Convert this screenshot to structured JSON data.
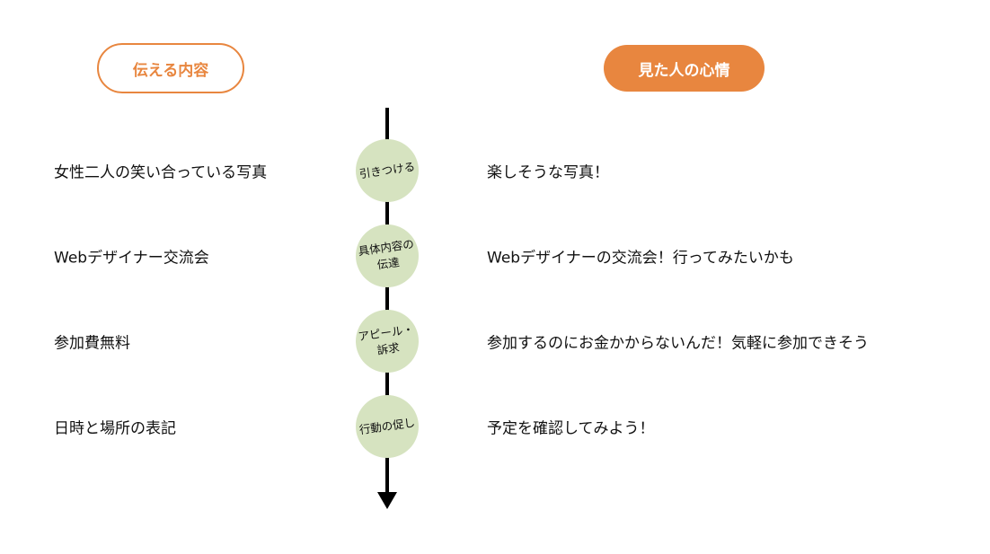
{
  "headers": {
    "left": "伝える内容",
    "right": "見た人の心情"
  },
  "rows": [
    {
      "content": "女性二人の笑い合っている写真",
      "stage": "引きつける",
      "feeling": "楽しそうな写真！"
    },
    {
      "content": "Webデザイナー交流会",
      "stage": "具体内容の伝達",
      "feeling": "Webデザイナーの交流会！行ってみたいかも"
    },
    {
      "content": "参加費無料",
      "stage": "アピール・訴求",
      "feeling": "参加するのにお金かからないんだ！気軽に参加できそう"
    },
    {
      "content": "日時と場所の表記",
      "stage": "行動の促し",
      "feeling": "予定を確認してみよう！"
    }
  ],
  "colors": {
    "accent": "#E8863F",
    "circle": "#D6E3C0"
  }
}
